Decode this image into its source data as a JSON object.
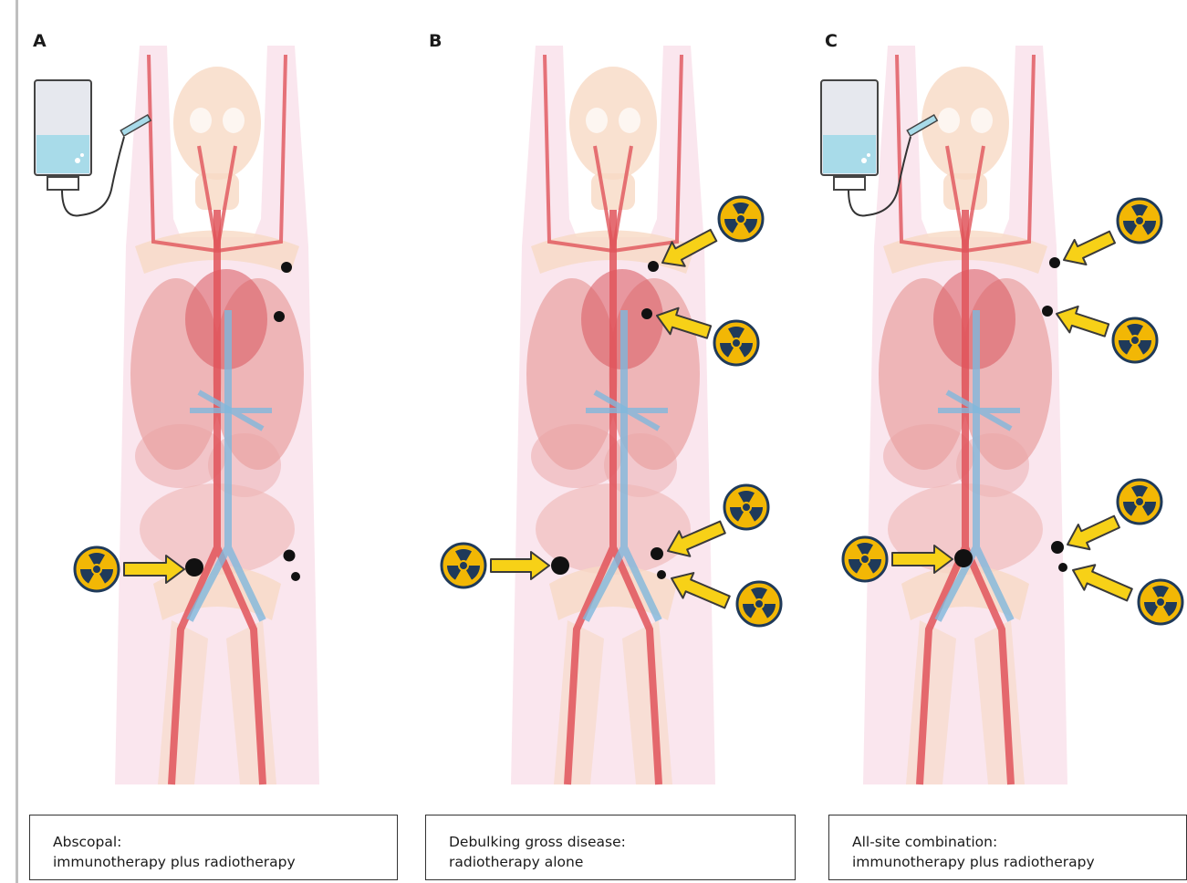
{
  "panels": [
    {
      "label": "A",
      "caption_line1": "Abscopal:",
      "caption_line2": "immunotherapy plus radiotherapy",
      "has_iv_bag": true,
      "irradiated_sites": [
        "right-pelvic-node"
      ]
    },
    {
      "label": "B",
      "caption_line1": "Debulking gross disease:",
      "caption_line2": "radiotherapy alone",
      "has_iv_bag": false,
      "irradiated_sites": [
        "left-axillary-node",
        "heart-lesion",
        "right-pelvic-node",
        "left-pelvic-node-upper",
        "left-pelvic-node-lower"
      ]
    },
    {
      "label": "C",
      "caption_line1": "All-site combination:",
      "caption_line2": "immunotherapy plus radiotherapy",
      "has_iv_bag": true,
      "irradiated_sites": [
        "left-axillary-node",
        "heart-lesion",
        "right-pelvic-node",
        "left-pelvic-node-upper",
        "left-pelvic-node-lower"
      ]
    }
  ],
  "icons": {
    "radiation": "radiation-trefoil-icon",
    "iv_bag": "iv-infusion-bag-icon",
    "arrow": "yellow-arrow-icon"
  },
  "colors": {
    "arrow_fill": "#f7d117",
    "arrow_stroke": "#3a3a3a",
    "radiation_fill": "#f2b705",
    "radiation_symbol": "#1f3a5a",
    "artery": "#e0545a",
    "vein": "#7fb8dc",
    "body_outline": "#f7d6e2",
    "organs": "#e9a4a4",
    "skeleton": "#f7d9c4",
    "tumour": "#111111",
    "iv_fluid": "#a8dbe9"
  }
}
